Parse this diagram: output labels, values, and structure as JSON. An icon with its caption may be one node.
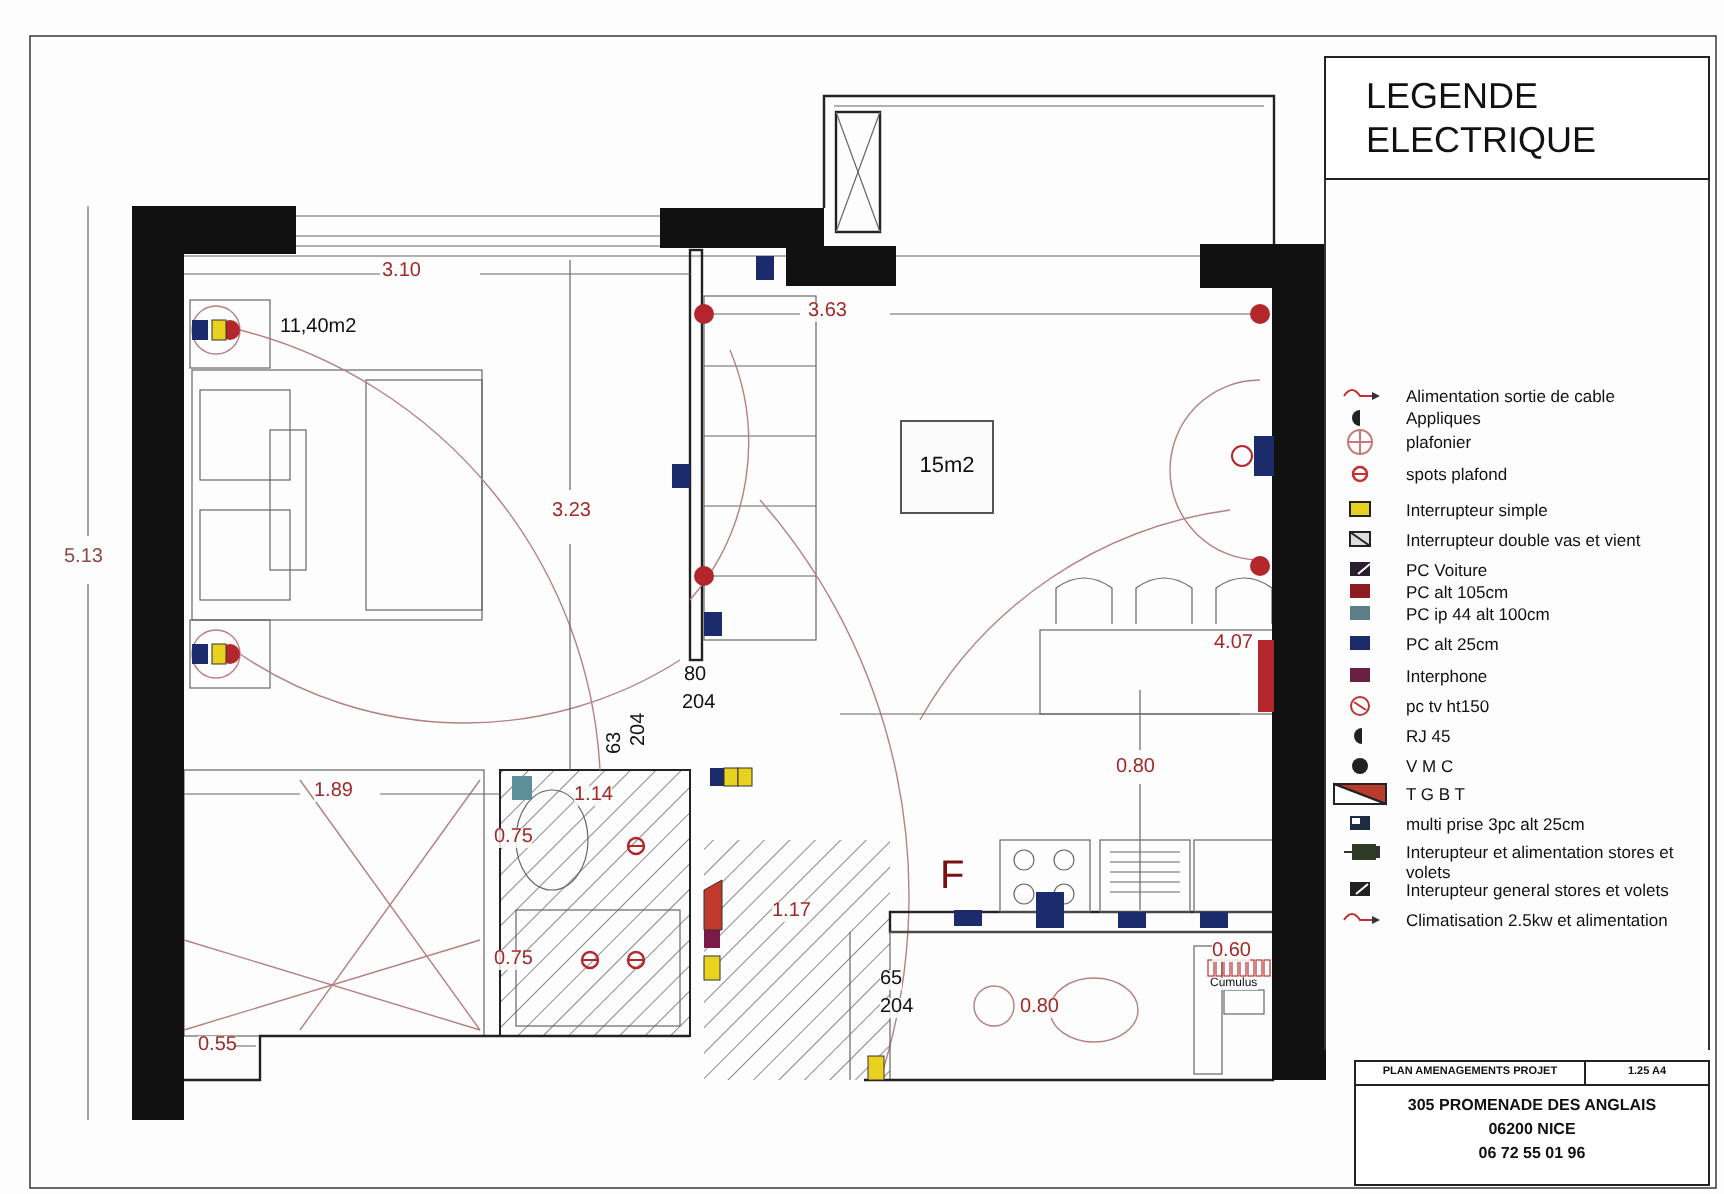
{
  "diagram": {
    "title": "LEGENDE ELECTRIQUE",
    "nodes": [
      {
        "text": [
          "15m2"
        ]
      }
    ],
    "labels": [
      "3.10",
      "3.63",
      "11,40m2",
      "3.23",
      "5.13",
      "4.07",
      "80",
      "204",
      "1.89",
      "63",
      "204",
      "1.14",
      "0.75",
      "0.80",
      "1.17",
      "F",
      "0.75",
      "65",
      "204",
      "0.80",
      "0.60",
      "Cumulus",
      "0.55",
      "PLAN AMENAGEMENTS PROJET",
      "1.25 A4",
      "305 PROMENADE DES ANGLAIS",
      "06200 NICE",
      "06 72 55 01 96"
    ],
    "legend": [
      {
        "text": "Alimentation sortie de cable"
      },
      {
        "text": "Appliques"
      },
      {
        "text": "plafonier"
      },
      {
        "text": "spots plafond"
      },
      {
        "text": "Interrupteur simple"
      },
      {
        "text": "Interrupteur double vas et vient"
      },
      {
        "text": "PC Voiture"
      },
      {
        "text": "PC alt 105cm"
      },
      {
        "text": "PC ip 44 alt 100cm"
      },
      {
        "text": "PC alt 25cm"
      },
      {
        "text": "Interphone"
      },
      {
        "text": "pc tv ht150"
      },
      {
        "text": "RJ 45"
      },
      {
        "text": "V M C"
      },
      {
        "text": "T G B T"
      },
      {
        "text": "multi prise 3pc alt 25cm"
      },
      {
        "text": "Interupteur et alimentation stores et volets"
      },
      {
        "text": "Interupteur general stores et volets"
      },
      {
        "text": "Climatisation 2.5kw et alimentation"
      }
    ]
  }
}
